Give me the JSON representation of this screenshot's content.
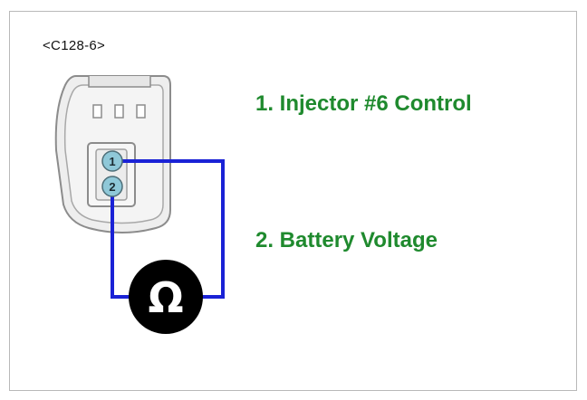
{
  "diagram": {
    "connector_id": "<C128-6>",
    "pins": [
      {
        "number": "1",
        "description": "1. Injector #6 Control"
      },
      {
        "number": "2",
        "description": "2. Battery Voltage"
      }
    ],
    "meter_symbol": "Ω",
    "meter_icon": "ohmmeter-icon"
  },
  "colors": {
    "wire": "#1a22d6",
    "label_text": "#1f8a2e",
    "connector_fill": "#eeeeee",
    "connector_stroke": "#8c8c8c",
    "pin_fill": "#8fc8d8",
    "meter_fill": "#000000"
  }
}
